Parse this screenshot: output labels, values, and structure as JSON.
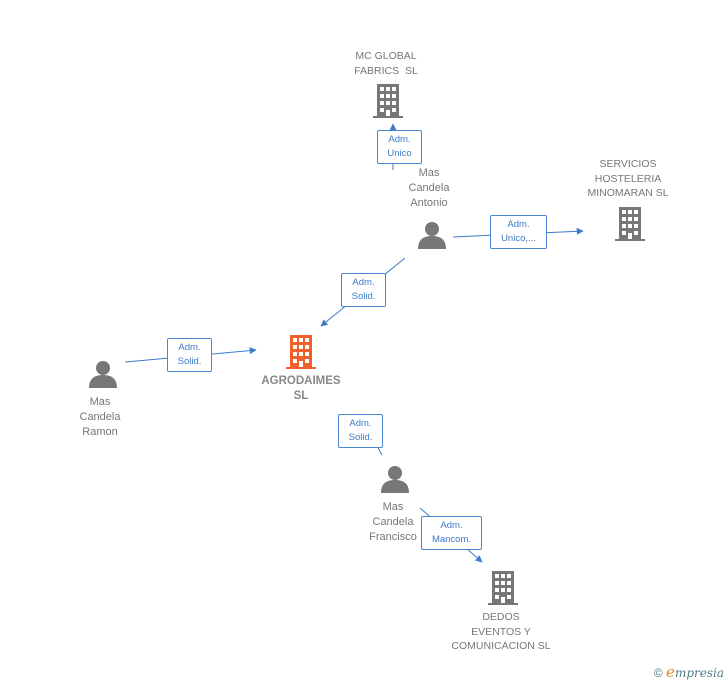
{
  "nodes": {
    "mc_global": {
      "label": [
        "MC GLOBAL",
        "FABRICS  SL"
      ]
    },
    "servicios": {
      "label": [
        "SERVICIOS",
        "HOSTELERIA",
        "MINOMARAN SL"
      ]
    },
    "agrodaimes": {
      "label": [
        "AGRODAIMES",
        "SL"
      ]
    },
    "dedos": {
      "label": [
        "DEDOS",
        "EVENTOS Y",
        "COMUNICACION SL"
      ]
    },
    "antonio": {
      "label": [
        "Mas",
        "Candela",
        "Antonio"
      ]
    },
    "ramon": {
      "label": [
        "Mas",
        "Candela",
        "Ramon"
      ]
    },
    "francisco": {
      "label": [
        "Mas",
        "Candela",
        "Francisco"
      ]
    }
  },
  "edges": {
    "antonio_mcglobal": [
      "Adm.",
      "Unico"
    ],
    "antonio_servicios": [
      "Adm.",
      "Unico,..."
    ],
    "antonio_agrodaimes": [
      "Adm.",
      "Solid."
    ],
    "ramon_agrodaimes": [
      "Adm.",
      "Solid."
    ],
    "francisco_agrodaimes": [
      "Adm.",
      "Solid."
    ],
    "francisco_dedos": [
      "Adm.",
      "Mancom."
    ]
  },
  "colors": {
    "edge": "#3d7bc7",
    "company": "#777777",
    "focus": "#f0602d",
    "person": "#777777"
  },
  "brand": {
    "copyright": "©",
    "e": "e",
    "rest": "mpresia"
  }
}
